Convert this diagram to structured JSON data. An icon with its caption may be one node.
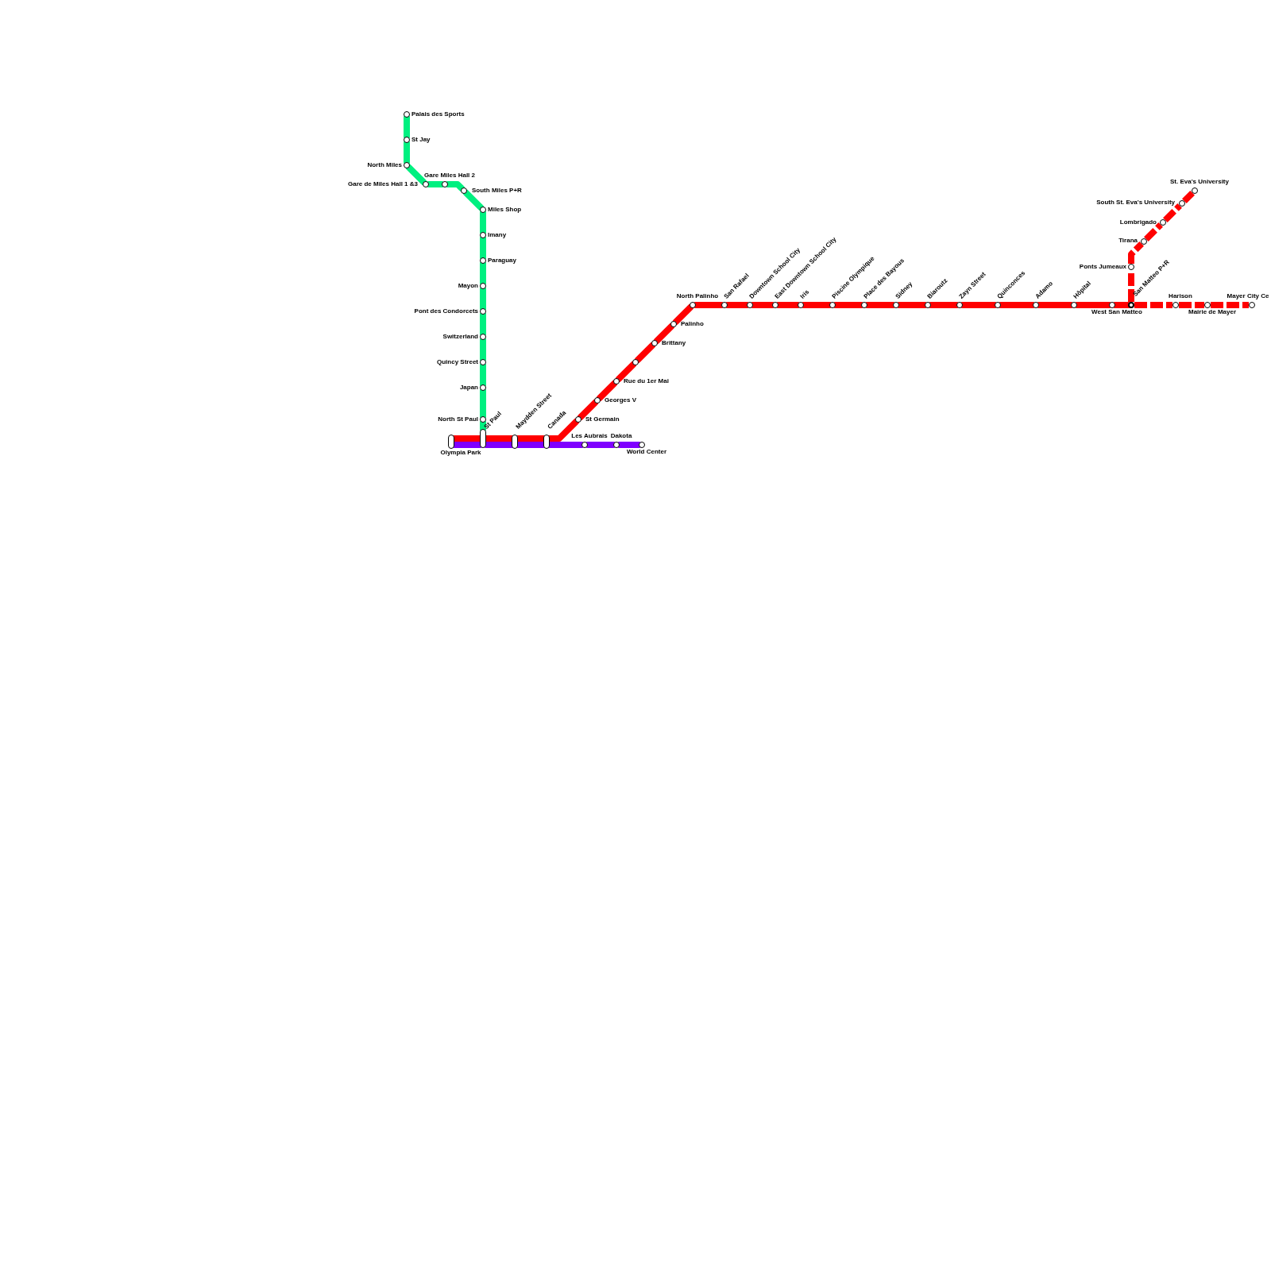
{
  "diagram": {
    "nodes": [
      {
        "text": [],
        "shape": "circle",
        "beside": [
          "Palais des Sports"
        ]
      },
      {
        "text": [],
        "shape": "circle",
        "beside": [
          "St Jay"
        ]
      },
      {
        "text": [],
        "shape": "circle",
        "beside": [
          "North Miles"
        ]
      },
      {
        "text": [],
        "shape": "circle",
        "beside": [
          "Gare de Miles Hall 1 &3"
        ]
      },
      {
        "text": [],
        "shape": "circle",
        "beside": [
          "Gare Miles Hall 2"
        ]
      },
      {
        "text": [],
        "shape": "circle",
        "beside": [
          "South Miles P+R"
        ]
      },
      {
        "text": [],
        "shape": "circle",
        "beside": [
          "Miles Shop"
        ]
      },
      {
        "text": [],
        "shape": "circle",
        "beside": [
          "Imany"
        ]
      },
      {
        "text": [],
        "shape": "circle",
        "beside": [
          "Paraguay"
        ]
      },
      {
        "text": [],
        "shape": "circle",
        "beside": [
          "Mayon"
        ]
      },
      {
        "text": [],
        "shape": "circle",
        "beside": [
          "Pont des Condorcets"
        ]
      },
      {
        "text": [],
        "shape": "circle",
        "beside": [
          "Switzerland"
        ]
      },
      {
        "text": [],
        "shape": "circle",
        "beside": [
          "Quincy Street"
        ]
      },
      {
        "text": [],
        "shape": "circle",
        "beside": [
          "Japan"
        ]
      },
      {
        "text": [],
        "shape": "circle",
        "beside": [
          "North St Paul"
        ]
      },
      {
        "text": [],
        "shape": "capsule",
        "beside": [
          "St Paul"
        ]
      },
      {
        "text": [],
        "shape": "capsule",
        "beside": [
          "Olympia Park"
        ]
      },
      {
        "text": [],
        "shape": "capsule",
        "beside": [
          "Maydden Street"
        ]
      },
      {
        "text": [],
        "shape": "capsule",
        "beside": [
          "Canada"
        ]
      },
      {
        "text": [],
        "shape": "circle",
        "beside": [
          "St Germain"
        ]
      },
      {
        "text": [],
        "shape": "circle",
        "beside": [
          "Georges V"
        ]
      },
      {
        "text": [],
        "shape": "circle",
        "beside": [
          "Rue du 1er Mai"
        ]
      },
      {
        "text": [],
        "shape": "circle"
      },
      {
        "text": [],
        "shape": "circle",
        "beside": [
          "Brittany"
        ]
      },
      {
        "text": [],
        "shape": "circle",
        "beside": [
          "Palinho"
        ]
      },
      {
        "text": [],
        "shape": "circle",
        "beside": [
          "North Palinho"
        ]
      },
      {
        "text": [],
        "shape": "circle",
        "beside": [
          "San Rafael"
        ]
      },
      {
        "text": [],
        "shape": "circle",
        "beside": [
          "Downtown School City"
        ]
      },
      {
        "text": [],
        "shape": "circle",
        "beside": [
          "East Downtown School City"
        ]
      },
      {
        "text": [],
        "shape": "circle",
        "beside": [
          "Iris"
        ]
      },
      {
        "text": [],
        "shape": "circle",
        "beside": [
          "Piscine Olympique"
        ]
      },
      {
        "text": [],
        "shape": "circle",
        "beside": [
          "Place des Bayous"
        ]
      },
      {
        "text": [],
        "shape": "circle",
        "beside": [
          "Sidney"
        ]
      },
      {
        "text": [],
        "shape": "circle",
        "beside": [
          "Biaroutz"
        ]
      },
      {
        "text": [],
        "shape": "circle",
        "beside": [
          "Zayn Street"
        ]
      },
      {
        "text": [],
        "shape": "circle",
        "beside": [
          "Quinconces"
        ]
      },
      {
        "text": [],
        "shape": "circle",
        "beside": [
          "Adamo"
        ]
      },
      {
        "text": [],
        "shape": "circle",
        "beside": [
          "Hôpital"
        ]
      },
      {
        "text": [],
        "shape": "circle",
        "beside": [
          "West San Matteo"
        ]
      },
      {
        "text": [],
        "shape": "circle"
      },
      {
        "text": [],
        "shape": "circle",
        "beside": [
          "Harison"
        ]
      },
      {
        "text": [],
        "shape": "circle",
        "beside": [
          "Mairie de Mayer"
        ]
      },
      {
        "text": [],
        "shape": "circle",
        "beside": [
          "Mayer City Ce"
        ]
      },
      {
        "text": [],
        "shape": "circle",
        "beside": [
          "Ponts Jumeaux"
        ]
      },
      {
        "text": [],
        "shape": "circle",
        "beside": [
          "Tirana"
        ]
      },
      {
        "text": [],
        "shape": "circle",
        "beside": [
          "Lombrigado"
        ]
      },
      {
        "text": [],
        "shape": "circle",
        "beside": [
          "South St. Eva's University"
        ]
      },
      {
        "text": [],
        "shape": "circle",
        "beside": [
          "St. Eva's University"
        ]
      },
      {
        "text": [],
        "shape": "circle",
        "beside": [
          "Les Aubrais"
        ]
      },
      {
        "text": [],
        "shape": "circle",
        "beside": [
          "Dakota"
        ]
      },
      {
        "text": [],
        "shape": "circle",
        "beside": [
          "World Center"
        ]
      }
    ],
    "edges": [
      {
        "from": 0,
        "to": 1,
        "arrow": "none",
        "color": "#00f080"
      },
      {
        "from": 1,
        "to": 2,
        "arrow": "none",
        "color": "#00f080"
      },
      {
        "from": 2,
        "to": 3,
        "arrow": "none",
        "color": "#00f080"
      },
      {
        "from": 3,
        "to": 4,
        "arrow": "none",
        "color": "#00f080"
      },
      {
        "from": 4,
        "to": 5,
        "arrow": "none",
        "color": "#00f080"
      },
      {
        "from": 5,
        "to": 6,
        "arrow": "none",
        "color": "#00f080"
      },
      {
        "from": 6,
        "to": 7,
        "arrow": "none",
        "color": "#00f080"
      },
      {
        "from": 7,
        "to": 8,
        "arrow": "none",
        "color": "#00f080"
      },
      {
        "from": 8,
        "to": 9,
        "arrow": "none",
        "color": "#00f080"
      },
      {
        "from": 9,
        "to": 10,
        "arrow": "none",
        "color": "#00f080"
      },
      {
        "from": 10,
        "to": 11,
        "arrow": "none",
        "color": "#00f080"
      },
      {
        "from": 11,
        "to": 12,
        "arrow": "none",
        "color": "#00f080"
      },
      {
        "from": 12,
        "to": 13,
        "arrow": "none",
        "color": "#00f080"
      },
      {
        "from": 13,
        "to": 14,
        "arrow": "none",
        "color": "#00f080"
      },
      {
        "from": 14,
        "to": 15,
        "arrow": "none",
        "color": "#00f080"
      },
      {
        "from": 16,
        "to": 15,
        "arrow": "none"
      },
      {
        "from": 15,
        "to": 17,
        "arrow": "none"
      },
      {
        "from": 17,
        "to": 18,
        "arrow": "none"
      },
      {
        "from": 18,
        "to": 19,
        "arrow": "none"
      },
      {
        "from": 19,
        "to": 20,
        "arrow": "none"
      },
      {
        "from": 20,
        "to": 21,
        "arrow": "none"
      },
      {
        "from": 21,
        "to": 22,
        "arrow": "none"
      },
      {
        "from": 22,
        "to": 23,
        "arrow": "none"
      },
      {
        "from": 23,
        "to": 24,
        "arrow": "none"
      },
      {
        "from": 24,
        "to": 25,
        "arrow": "none"
      },
      {
        "from": 25,
        "to": 26,
        "arrow": "none"
      },
      {
        "from": 26,
        "to": 27,
        "arrow": "none"
      },
      {
        "from": 27,
        "to": 28,
        "arrow": "none"
      },
      {
        "from": 28,
        "to": 29,
        "arrow": "none"
      },
      {
        "from": 29,
        "to": 30,
        "arrow": "none"
      },
      {
        "from": 30,
        "to": 31,
        "arrow": "none"
      },
      {
        "from": 31,
        "to": 32,
        "arrow": "none"
      },
      {
        "from": 32,
        "to": 33,
        "arrow": "none"
      },
      {
        "from": 33,
        "to": 34,
        "arrow": "none"
      },
      {
        "from": 34,
        "to": 35,
        "arrow": "none"
      },
      {
        "from": 35,
        "to": 36,
        "arrow": "none"
      },
      {
        "from": 36,
        "to": 37,
        "arrow": "none"
      },
      {
        "from": 37,
        "to": 38,
        "arrow": "none"
      },
      {
        "from": 38,
        "to": 39,
        "arrow": "none"
      },
      {
        "from": 39,
        "to": 40,
        "arrow": "none",
        "style": "dashed"
      },
      {
        "from": 40,
        "to": 41,
        "arrow": "none",
        "style": "dashed"
      },
      {
        "from": 41,
        "to": 42,
        "arrow": "none",
        "style": "dashed"
      },
      {
        "from": 39,
        "to": 43,
        "arrow": "none",
        "style": "dashed"
      },
      {
        "from": 43,
        "to": 44,
        "arrow": "none",
        "style": "dashed"
      },
      {
        "from": 44,
        "to": 45,
        "arrow": "none",
        "style": "dashed"
      },
      {
        "from": 45,
        "to": 46,
        "arrow": "none",
        "style": "dashed"
      },
      {
        "from": 46,
        "to": 47,
        "arrow": "none",
        "style": "dashed"
      },
      {
        "from": 16,
        "to": 15,
        "arrow": "none",
        "color": "#7f00ff"
      },
      {
        "from": 15,
        "to": 17,
        "arrow": "none",
        "color": "#7f00ff"
      },
      {
        "from": 17,
        "to": 18,
        "arrow": "none",
        "color": "#7f00ff"
      },
      {
        "from": 18,
        "to": 48,
        "arrow": "none",
        "color": "#7f00ff"
      },
      {
        "from": 48,
        "to": 49,
        "arrow": "none",
        "color": "#7f00ff"
      },
      {
        "from": 49,
        "to": 50,
        "arrow": "none",
        "color": "#7f00ff"
      }
    ],
    "labels": [
      "San Matteo P+R"
    ]
  }
}
